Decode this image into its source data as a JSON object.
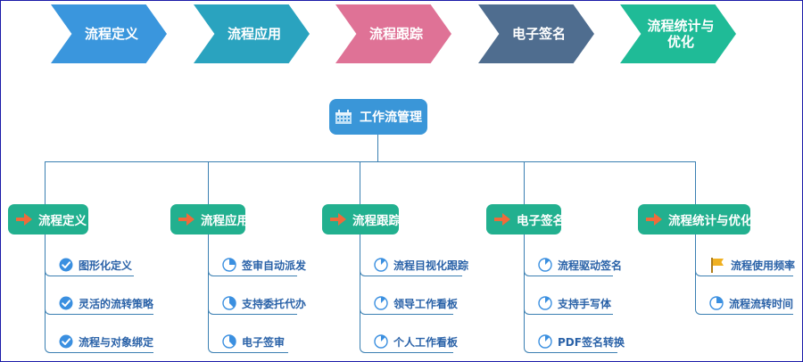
{
  "process_steps": [
    {
      "label": "流程定义",
      "color": "#3a96dd"
    },
    {
      "label": "流程应用",
      "color": "#2aa3bf"
    },
    {
      "label": "流程跟踪",
      "color": "#df7296"
    },
    {
      "label": "电子签名",
      "color": "#4f6d8f"
    },
    {
      "label": "流程统计与优化",
      "color": "#1fbb97"
    }
  ],
  "root": {
    "label": "工作流管理",
    "icon": "calendar-icon"
  },
  "branches": [
    {
      "label": "流程定义",
      "icon": "arrow-right-icon",
      "items": [
        {
          "label": "图形化定义",
          "icon": "check-circle-icon"
        },
        {
          "label": "灵活的流转策略",
          "icon": "check-circle-icon"
        },
        {
          "label": "流程与对象绑定",
          "icon": "check-circle-icon"
        }
      ]
    },
    {
      "label": "流程应用",
      "icon": "arrow-right-icon",
      "items": [
        {
          "label": "签审自动派发",
          "icon": "progress-pie-icon",
          "progress": 0.25
        },
        {
          "label": "支持委托代办",
          "icon": "progress-pie-icon",
          "progress": 0.375
        },
        {
          "label": "电子签审",
          "icon": "progress-pie-icon",
          "progress": 0.375
        }
      ]
    },
    {
      "label": "流程跟踪",
      "icon": "arrow-right-icon",
      "items": [
        {
          "label": "流程目视化跟踪",
          "icon": "progress-pie-icon",
          "progress": 0.125
        },
        {
          "label": "领导工作看板",
          "icon": "progress-pie-icon",
          "progress": 0.125
        },
        {
          "label": "个人工作看板",
          "icon": "progress-pie-icon",
          "progress": 0.125
        }
      ]
    },
    {
      "label": "电子签名",
      "icon": "arrow-right-icon",
      "items": [
        {
          "label": "流程驱动签名",
          "icon": "progress-pie-icon",
          "progress": 0.125
        },
        {
          "label": "支持手写体",
          "icon": "progress-pie-icon",
          "progress": 0.125
        },
        {
          "label": "PDF签名转换",
          "icon": "progress-pie-icon",
          "progress": 0.125
        }
      ]
    },
    {
      "label": "流程统计与优化",
      "icon": "arrow-right-icon",
      "items": [
        {
          "label": "流程使用频率",
          "icon": "flag-icon"
        },
        {
          "label": "流程流转时间",
          "icon": "progress-pie-icon",
          "progress": 0.25
        }
      ]
    }
  ]
}
